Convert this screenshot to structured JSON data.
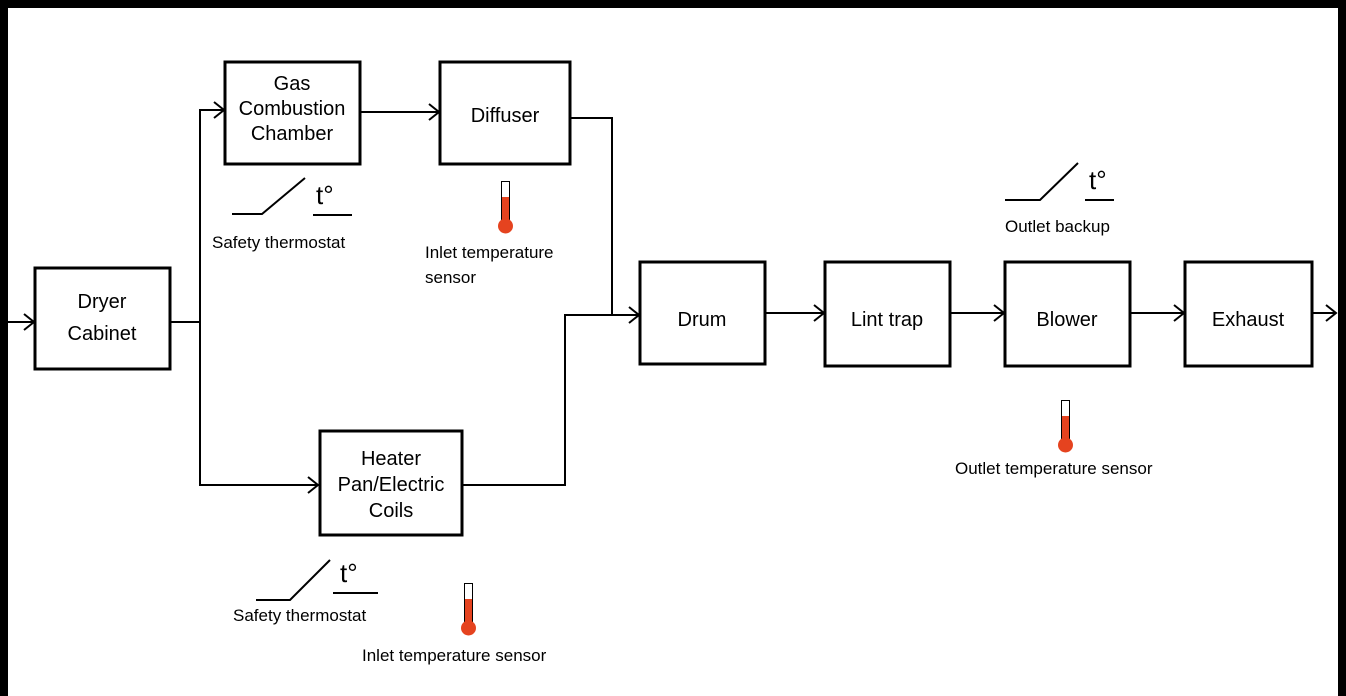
{
  "boxes": {
    "dryer_cabinet": [
      "Dryer",
      "Cabinet"
    ],
    "gas_combustion_chamber": [
      "Gas",
      "Combustion",
      "Chamber"
    ],
    "diffuser": [
      "Diffuser"
    ],
    "heater": [
      "Heater",
      "Pan/Electric",
      "Coils"
    ],
    "drum": [
      "Drum"
    ],
    "lint_trap": [
      "Lint trap"
    ],
    "blower": [
      "Blower"
    ],
    "exhaust": [
      "Exhaust"
    ]
  },
  "thermostats": {
    "gas_safety": {
      "symbol": "t°",
      "label": "Safety thermostat"
    },
    "heater_safety": {
      "symbol": "t°",
      "label": "Safety thermostat"
    },
    "outlet_backup": {
      "symbol": "t°",
      "label": "Outlet backup"
    }
  },
  "sensors": {
    "diffuser_inlet": {
      "lines": [
        "Inlet temperature",
        "sensor"
      ]
    },
    "heater_inlet": {
      "lines": [
        "Inlet temperature sensor"
      ]
    },
    "outlet": {
      "lines": [
        "Outlet temperature sensor"
      ]
    }
  },
  "icons": {
    "sensor": "thermometer-icon",
    "thermostat": "thermostat-switch-icon",
    "connector": "arrow-right-icon"
  },
  "colors": {
    "line": "#000000",
    "thermometer_fill": "#e5431f",
    "background": "#ffffff"
  }
}
